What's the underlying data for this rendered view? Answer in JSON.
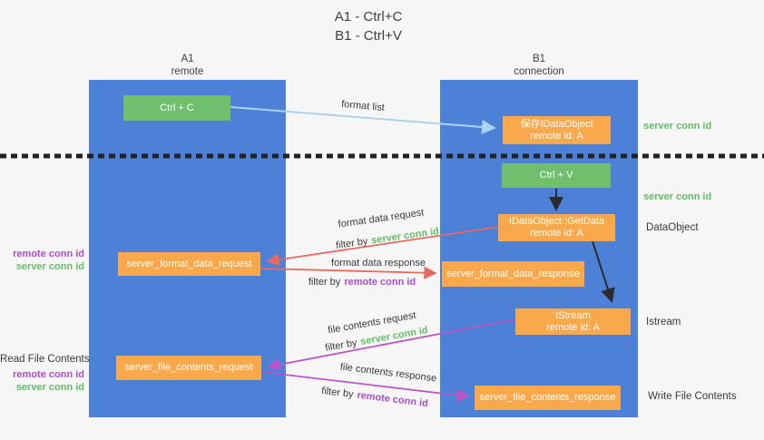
{
  "title": {
    "line1": "A1 - Ctrl+C",
    "line2": "B1 - Ctrl+V"
  },
  "lanes": {
    "a": {
      "name": "A1",
      "role": "remote"
    },
    "b": {
      "name": "B1",
      "role": "connection"
    }
  },
  "nodes": {
    "ctrl_c": {
      "label": "Ctrl + C"
    },
    "save_dataobject": {
      "line1": "保存IDataObject",
      "line2": "remote id: A"
    },
    "ctrl_v": {
      "label": "Ctrl + V"
    },
    "getdata": {
      "line1": "IDataObject::GetData",
      "line2": "remote id: A"
    },
    "format_request": {
      "label": "server_format_data_request"
    },
    "format_response": {
      "label": "server_format_data_response"
    },
    "istream": {
      "line1": "IStream",
      "line2": "remote id: A"
    },
    "file_request": {
      "label": "server_file_contents_request"
    },
    "file_response": {
      "label": "server_file_contents_response"
    }
  },
  "flow_labels": {
    "format_list": "format list",
    "format_request": "format data request",
    "format_request_filter_prefix": "filter by",
    "format_request_filter_key": "server conn id",
    "format_response": "format data response",
    "format_response_filter_prefix": "filter by",
    "format_response_filter_key": "remote conn id",
    "file_request": "file contents request",
    "file_request_filter_prefix": "filter by",
    "file_request_filter_key": "server conn id",
    "file_response": "file contents response",
    "file_response_filter_prefix": "filter by",
    "file_response_filter_key": "remote conn id"
  },
  "left_annotations": {
    "format_remote_conn": "remote conn id",
    "format_server_conn": "server conn id",
    "read_file_contents": "Read File Contents",
    "file_remote_conn": "remote conn id",
    "file_server_conn": "server conn id"
  },
  "right_annotations": {
    "server_conn_top": "server conn id",
    "server_conn_mid": "server conn id",
    "dataobject": "DataObject",
    "istream": "Istream",
    "write_file_contents": "Write File Contents"
  },
  "colors": {
    "lane_blue": "#4D81D8",
    "green_box": "#6FBF6F",
    "orange_box": "#F9A84C",
    "arrow_light_blue": "#A9D3EE",
    "arrow_red": "#E8695E",
    "arrow_purple": "#BC55C7",
    "arrow_black": "#2B2B2B",
    "text_green": "#62BD66",
    "text_purple": "#AB4EC9",
    "text_dark": "#3A3A3A",
    "background": "#F7F7F7"
  }
}
